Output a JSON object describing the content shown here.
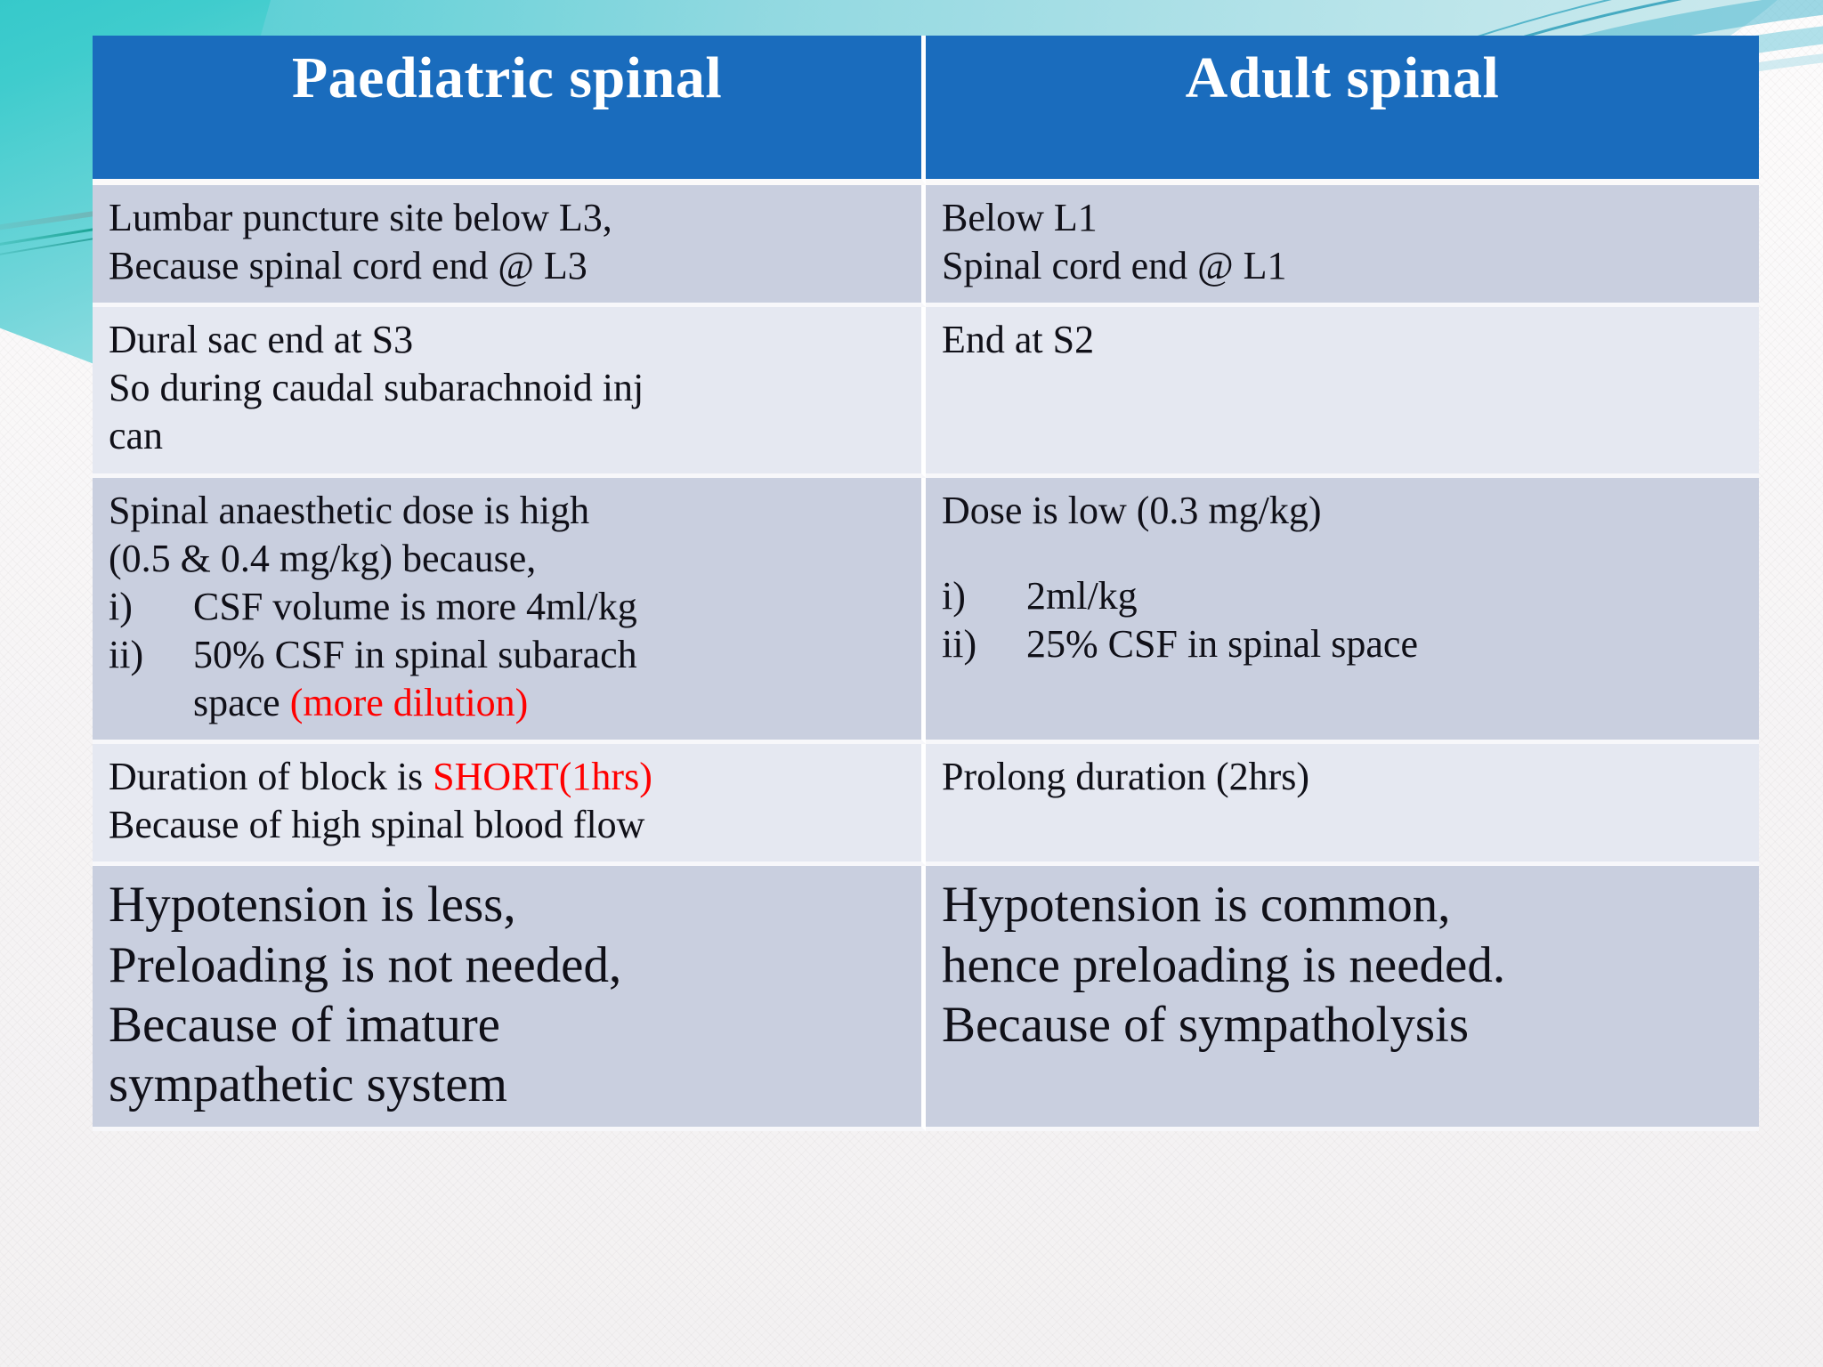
{
  "slide": {
    "background_color": "#fbfafa",
    "accent_teal": "#36c8c8",
    "header_blue": "#1a6cbd",
    "row_shade_dark": "#c9cfdf",
    "row_shade_light": "#e5e8f1",
    "highlight_red": "#ff0000"
  },
  "table": {
    "headers": {
      "left": "Paediatric spinal",
      "right": "Adult spinal"
    },
    "rows": [
      {
        "shade": "dark",
        "left": {
          "lines": [
            "Lumbar puncture site below L3,",
            "Because spinal cord end @ L3"
          ]
        },
        "right": {
          "lines": [
            "Below L1",
            "Spinal cord end @ L1"
          ]
        }
      },
      {
        "shade": "light",
        "left": {
          "lines": [
            "Dural sac end at S3",
            "So during caudal subarachnoid inj",
            "can"
          ]
        },
        "right": {
          "lines": [
            "End at S2"
          ]
        }
      },
      {
        "shade": "dark",
        "left": {
          "lines": [
            "Spinal anaesthetic dose is high",
            "(0.5 & 0.4 mg/kg) because,"
          ],
          "list": [
            {
              "marker": "i)",
              "text": "CSF volume is more 4ml/kg"
            },
            {
              "marker": "ii)",
              "text": "50% CSF in spinal subarach"
            },
            {
              "marker": "",
              "text": "space ",
              "red": "(more dilution)"
            }
          ]
        },
        "right": {
          "lines": [
            "Dose is low (0.3 mg/kg)"
          ],
          "list": [
            {
              "marker": "i)",
              "text": "2ml/kg"
            },
            {
              "marker": "ii)",
              "text": "25% CSF in spinal space"
            }
          ]
        }
      },
      {
        "shade": "light",
        "left": {
          "lines": [
            "Duration of block is ",
            "Because of high spinal blood flow"
          ],
          "red_inline": "SHORT(1hrs)"
        },
        "right": {
          "lines": [
            "Prolong duration (2hrs)"
          ]
        }
      },
      {
        "shade": "dark",
        "big": true,
        "left": {
          "lines": [
            "Hypotension is less,",
            "Preloading is not needed,",
            "Because of imature",
            "sympathetic system"
          ]
        },
        "right": {
          "lines": [
            "Hypotension is common,",
            "hence preloading is needed.",
            "Because of sympatholysis"
          ]
        }
      }
    ]
  }
}
